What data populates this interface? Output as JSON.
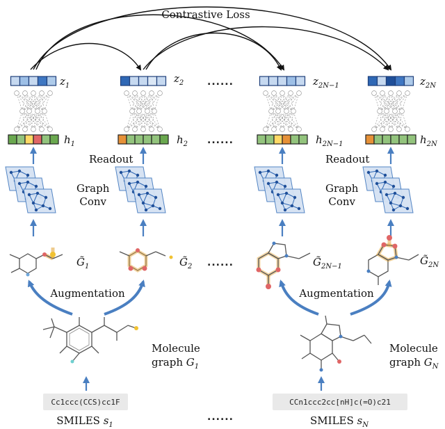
{
  "title": "Contrastive Loss",
  "columns": [
    {
      "z": "z",
      "z_sub": "1",
      "h": "h",
      "h_sub": "1",
      "g": "G̃",
      "g_sub": "1"
    },
    {
      "z": "z",
      "z_sub": "2",
      "h": "h",
      "h_sub": "2",
      "g": "G̃",
      "g_sub": "2"
    },
    {
      "z": "z",
      "z_sub": "2N−1",
      "h": "h",
      "h_sub": "2N−1",
      "g": "G̃",
      "g_sub": "2N−1"
    },
    {
      "z": "z",
      "z_sub": "2N",
      "h": "h",
      "h_sub": "2N",
      "g": "G̃",
      "g_sub": "2N"
    }
  ],
  "labels": {
    "readout": "Readout",
    "graph_conv_1": "Graph",
    "graph_conv_2": "Conv",
    "augmentation": "Augmentation",
    "molecule_graph_1": "Molecule",
    "molecule_graph_2": "graph",
    "graph_symbol": "G",
    "smiles_word": "SMILES",
    "smiles_symbol": "s"
  },
  "molecules": [
    {
      "smiles": "Cc1ccc(CCS)cc1F",
      "graph_sub": "1",
      "smiles_sub": "1"
    },
    {
      "smiles": "CCn1ccc2cc[nH]c(=O)c21",
      "graph_sub": "N",
      "smiles_sub": "N"
    }
  ],
  "ellipsis": "......",
  "colors": {
    "arrow": "#4a7fc1",
    "z1": [
      "#c6d9f0",
      "#9dbfe6",
      "#c6d9f0",
      "#3f77c2",
      "#aecbea"
    ],
    "z2": [
      "#2f68b5",
      "#c6d9f0",
      "#c6d9f0",
      "#dbe7f5",
      "#c6d9f0"
    ],
    "z2n1": [
      "#c6d9f0",
      "#c6d9f0",
      "#c6d9f0",
      "#9dbfe6",
      "#c6d9f0"
    ],
    "z2n": [
      "#2f68b5",
      "#c6d9f0",
      "#1f4f99",
      "#3f77c2",
      "#aecbea"
    ],
    "h1": [
      "#6aa84f",
      "#93c47d",
      "#ffd966",
      "#e06666",
      "#93c47d",
      "#6aa84f"
    ],
    "h2": [
      "#e69138",
      "#93c47d",
      "#93c47d",
      "#93c47d",
      "#93c47d",
      "#6aa84f"
    ],
    "h2n1": [
      "#93c47d",
      "#93c47d",
      "#ffd966",
      "#e69138",
      "#93c47d",
      "#93c47d"
    ],
    "h2n": [
      "#e69138",
      "#93c47d",
      "#93c47d",
      "#93c47d",
      "#93c47d",
      "#93c47d"
    ]
  }
}
